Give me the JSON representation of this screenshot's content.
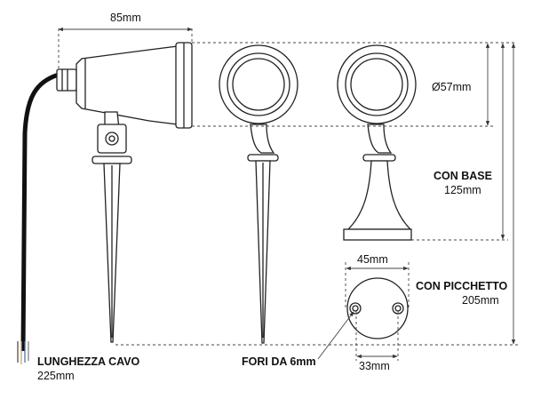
{
  "dimensions": {
    "width_85": "85mm",
    "diameter": "Ø57mm",
    "con_base_title": "CON BASE",
    "con_base_value": "125mm",
    "con_picchetto_title": "CON PICCHETTO",
    "con_picchetto_value": "205mm",
    "base_45": "45mm",
    "base_33": "33mm",
    "fori": "FORI DA 6mm",
    "cable_title": "LUNGHEZZA CAVO",
    "cable_value": "225mm"
  },
  "colors": {
    "line": "#222222",
    "dim": "#444444",
    "fill": "#ffffff",
    "cable": "#111111"
  }
}
